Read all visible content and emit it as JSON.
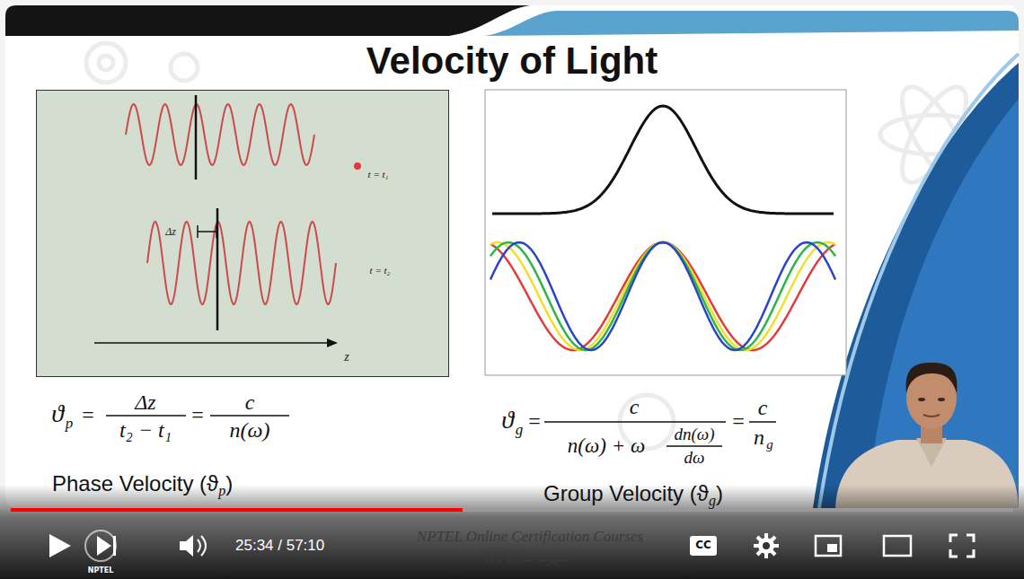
{
  "diagram": {
    "title": "Velocity of Light",
    "nodes": [
      {
        "text": [
          "t = t₁",
          "Δz",
          "t = t₂",
          "z"
        ]
      }
    ],
    "labels": [
      "ϑ",
      "p",
      "=",
      "Δz",
      "t₂ − t₁",
      "=",
      "c",
      "n(ω)",
      "ϑ",
      "g",
      "=",
      "c",
      "n(ω) + ω",
      "dn(ω)",
      "dω",
      "=",
      "c",
      "n",
      "g",
      "Phase Velocity (ϑ",
      "p",
      ")",
      "Group Velocity (ϑ",
      "g",
      ")",
      "NPTEL Online Certification Courses",
      "IIT Kharagpur",
      "NPTEL",
      "25:34 / 57:10",
      "CC"
    ]
  }
}
